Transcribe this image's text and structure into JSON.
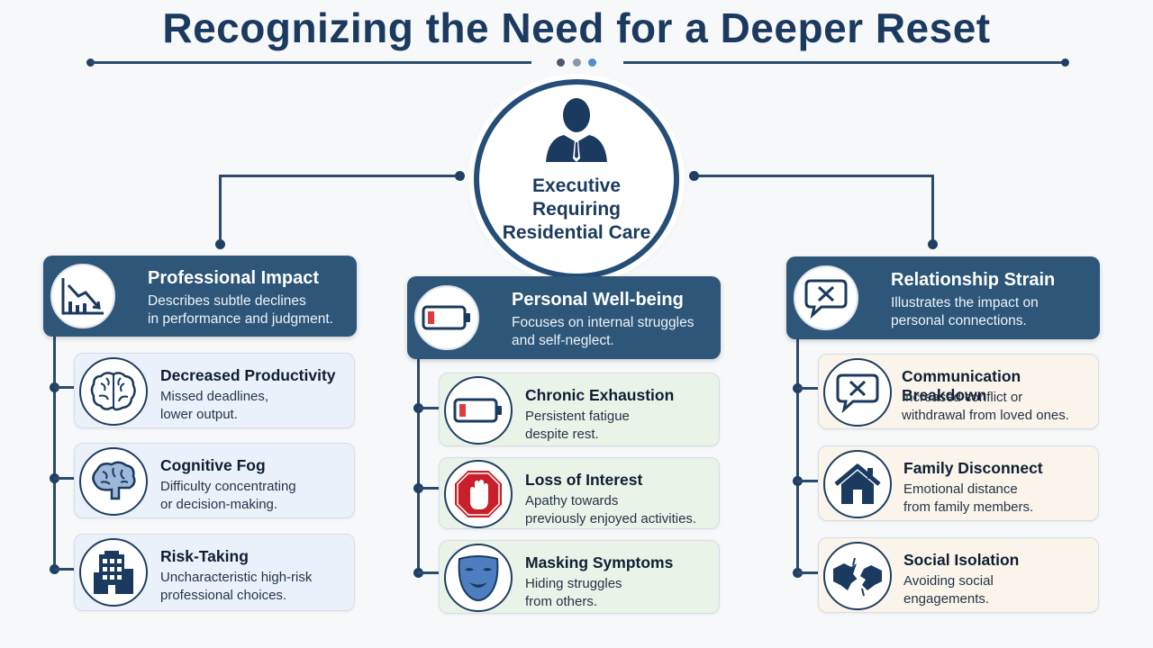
{
  "title": "Recognizing the Need for a Deeper Reset",
  "center": {
    "label": "Executive\nRequiring\nResidential Care",
    "icon": "executive-person-icon"
  },
  "colors": {
    "navy": "#1b3a5f",
    "header_bg": "#2d5679",
    "professional_card_bg": "#eaf1fa",
    "wellbeing_card_bg": "#e9f3e8",
    "relationship_card_bg": "#faf4ea"
  },
  "branches": [
    {
      "title": "Professional Impact",
      "description": [
        "Describes subtle declines",
        "in performance and judgment."
      ],
      "icon": "declining-chart-icon",
      "items": [
        {
          "title": "Decreased Productivity",
          "description": [
            "Missed deadlines,",
            "lower output."
          ],
          "icon": "brain-icon"
        },
        {
          "title": "Cognitive Fog",
          "description": [
            "Difficulty concentrating",
            "or decision-making."
          ],
          "icon": "brain-icon"
        },
        {
          "title": "Risk-Taking",
          "description": [
            "Uncharacteristic high-risk",
            "professional choices."
          ],
          "icon": "office-building-icon"
        }
      ]
    },
    {
      "title": "Personal Well-being",
      "description": [
        "Focuses on internal struggles",
        "and self-neglect."
      ],
      "icon": "low-battery-icon",
      "items": [
        {
          "title": "Chronic Exhaustion",
          "description": [
            "Persistent fatigue",
            "despite rest."
          ],
          "icon": "low-battery-icon"
        },
        {
          "title": "Loss of Interest",
          "description": [
            "Apathy towards",
            "previously enjoyed activities."
          ],
          "icon": "stop-hand-icon"
        },
        {
          "title": "Masking Symptoms",
          "description": [
            "Hiding struggles",
            "from others."
          ],
          "icon": "mask-icon"
        }
      ]
    },
    {
      "title": "Relationship Strain",
      "description": [
        "Illustrates the impact on",
        "personal connections."
      ],
      "icon": "speech-bubble-x-icon",
      "items": [
        {
          "title": "Communication Breakdown",
          "description": [
            "Increased conflict or",
            "withdrawal from loved ones."
          ],
          "icon": "speech-bubble-x-icon"
        },
        {
          "title": "Family Disconnect",
          "description": [
            "Emotional distance",
            "from family members."
          ],
          "icon": "house-icon"
        },
        {
          "title": "Social Isolation",
          "description": [
            "Avoiding social",
            "engagements."
          ],
          "icon": "broken-handshake-icon"
        }
      ]
    }
  ]
}
